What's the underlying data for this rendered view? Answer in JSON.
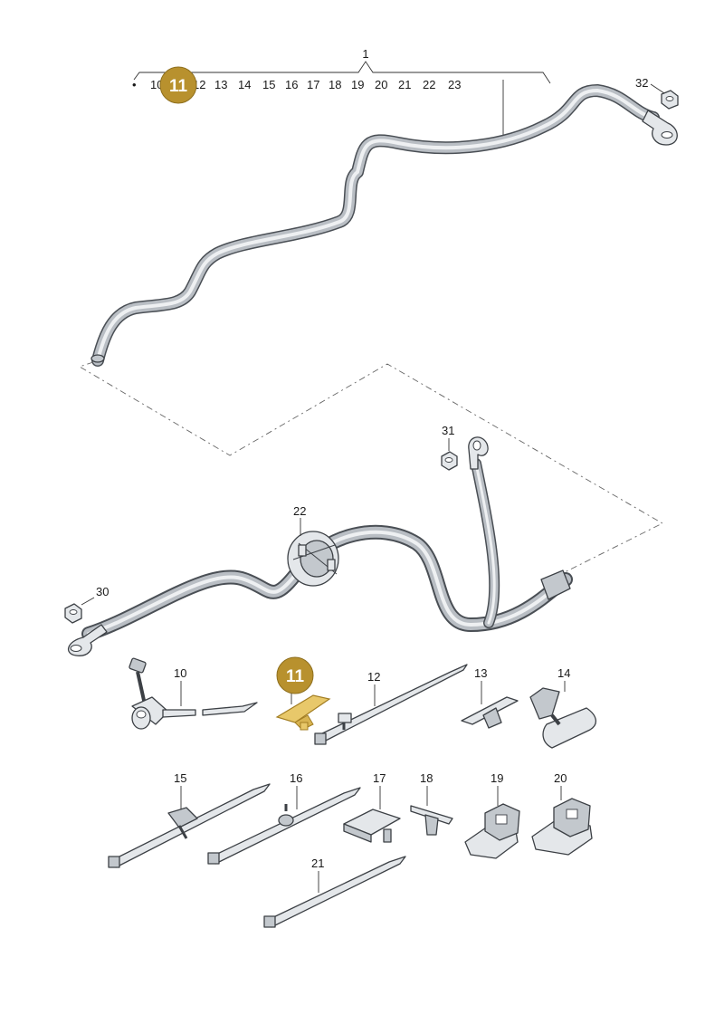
{
  "diagram": {
    "group_label": "1",
    "group_numbers": [
      "10",
      "12",
      "13",
      "14",
      "15",
      "16",
      "17",
      "18",
      "19",
      "20",
      "21",
      "22",
      "23"
    ],
    "highlight_badge": "11",
    "highlight_color": "#b8912e",
    "callouts": {
      "c32": "32",
      "c31": "31",
      "c22": "22",
      "c30": "30",
      "c10": "10",
      "c11": "11",
      "c12": "12",
      "c13": "13",
      "c14": "14",
      "c15": "15",
      "c16": "16",
      "c17": "17",
      "c18": "18",
      "c19": "19",
      "c20": "20",
      "c21": "21"
    }
  }
}
